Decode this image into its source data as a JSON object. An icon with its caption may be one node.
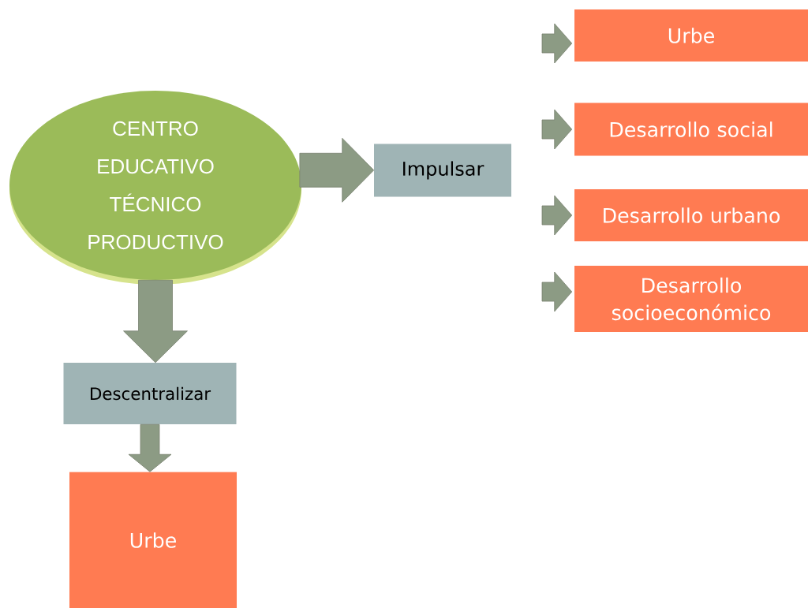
{
  "diagram": {
    "nodes": [
      {
        "text": [
          "CENTRO EDUCATIVO TÉCNICO PRODUCTIVO"
        ]
      },
      {
        "text": [
          "Impulsar"
        ]
      },
      {
        "text": [
          "Urbe"
        ]
      },
      {
        "text": [
          "Desarrollo social"
        ]
      },
      {
        "text": [
          "Desarrollo urbano"
        ]
      },
      {
        "text": [
          "Desarrollo socioeconómico"
        ]
      },
      {
        "text": [
          "Descentralizar"
        ]
      },
      {
        "text": [
          "Urbe"
        ]
      }
    ],
    "edges": [
      {
        "from": 0,
        "to": 1,
        "arrow": "to"
      },
      {
        "from": null,
        "to": 2,
        "arrow": "to"
      },
      {
        "from": null,
        "to": 3,
        "arrow": "to"
      },
      {
        "from": null,
        "to": 4,
        "arrow": "to"
      },
      {
        "from": null,
        "to": 5,
        "arrow": "to"
      },
      {
        "from": 0,
        "to": 6,
        "arrow": "to"
      },
      {
        "from": 6,
        "to": 7,
        "arrow": "to"
      }
    ]
  }
}
